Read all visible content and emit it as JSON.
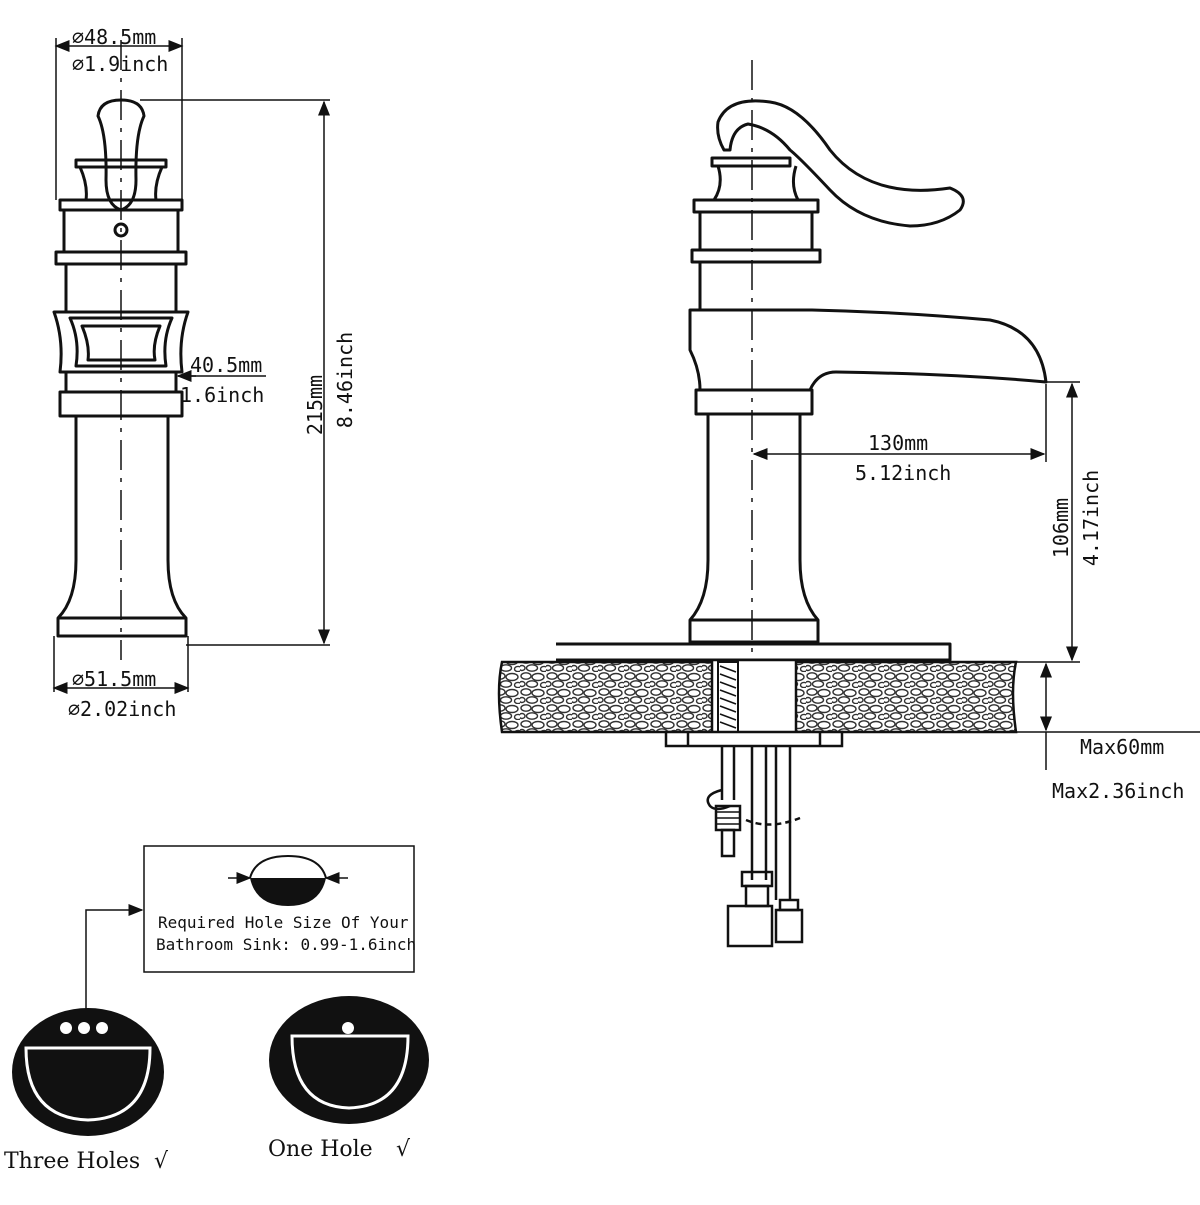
{
  "colors": {
    "ink": "#111111",
    "paper": "#ffffff",
    "stone": "#555555"
  },
  "icons": [
    "faucet-front-view",
    "faucet-side-view",
    "sink-hole-icon",
    "sink-basin-icon",
    "check-mark-icon"
  ],
  "front_view": {
    "top_diameter_mm": "⌀48.5mm",
    "top_diameter_inch": "⌀1.9inch",
    "handle_width_mm": "40.5mm",
    "handle_width_inch": "1.6inch",
    "height_mm": "215mm",
    "height_inch": "8.46inch",
    "base_diameter_mm": "⌀51.5mm",
    "base_diameter_inch": "⌀2.02inch"
  },
  "side_view": {
    "reach_mm": "130mm",
    "reach_inch": "5.12inch",
    "spout_height_mm": "106mm",
    "spout_height_inch": "4.17inch",
    "deck_thickness_mm": "Max60mm",
    "deck_thickness_inch": "Max2.36inch"
  },
  "hole_note": {
    "line1": "Required Hole Size Of Your",
    "line2": "Bathroom Sink: 0.99-1.6inch"
  },
  "sinks": {
    "three_holes_label": "Three Holes",
    "one_hole_label": "One Hole",
    "check": "√"
  }
}
